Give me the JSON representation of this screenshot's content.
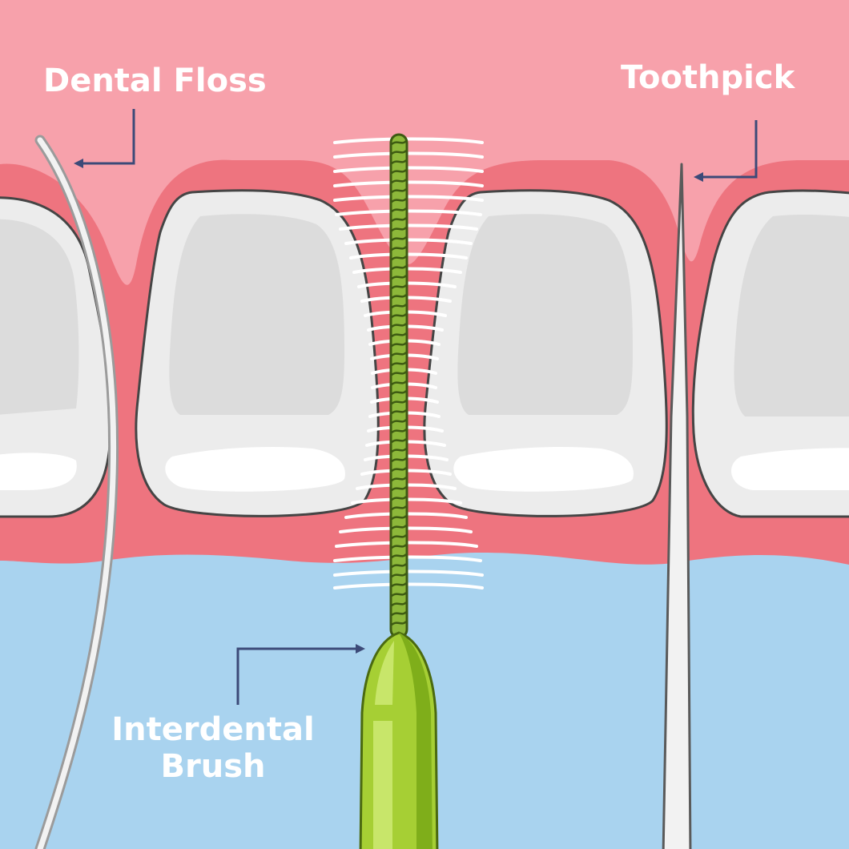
{
  "labels": {
    "dental_floss": "Dental Floss",
    "toothpick": "Toothpick",
    "interdental_brush_line1": "Interdental",
    "interdental_brush_line2": "Brush"
  },
  "colors": {
    "background_gum_upper": "#f7a1ab",
    "gum": "#ee747f",
    "background_lower": "#a9d3ef",
    "tooth": "#ececec",
    "tooth_inner": "#dcdcdc",
    "tooth_highlight": "#ffffff",
    "outline": "#454545",
    "brush_wire": "#8db83a",
    "brush_handle": "#a6cf34",
    "brush_handle_dark": "#7fae1a",
    "arrow": "#3c4a78",
    "label_text": "#ffffff"
  }
}
